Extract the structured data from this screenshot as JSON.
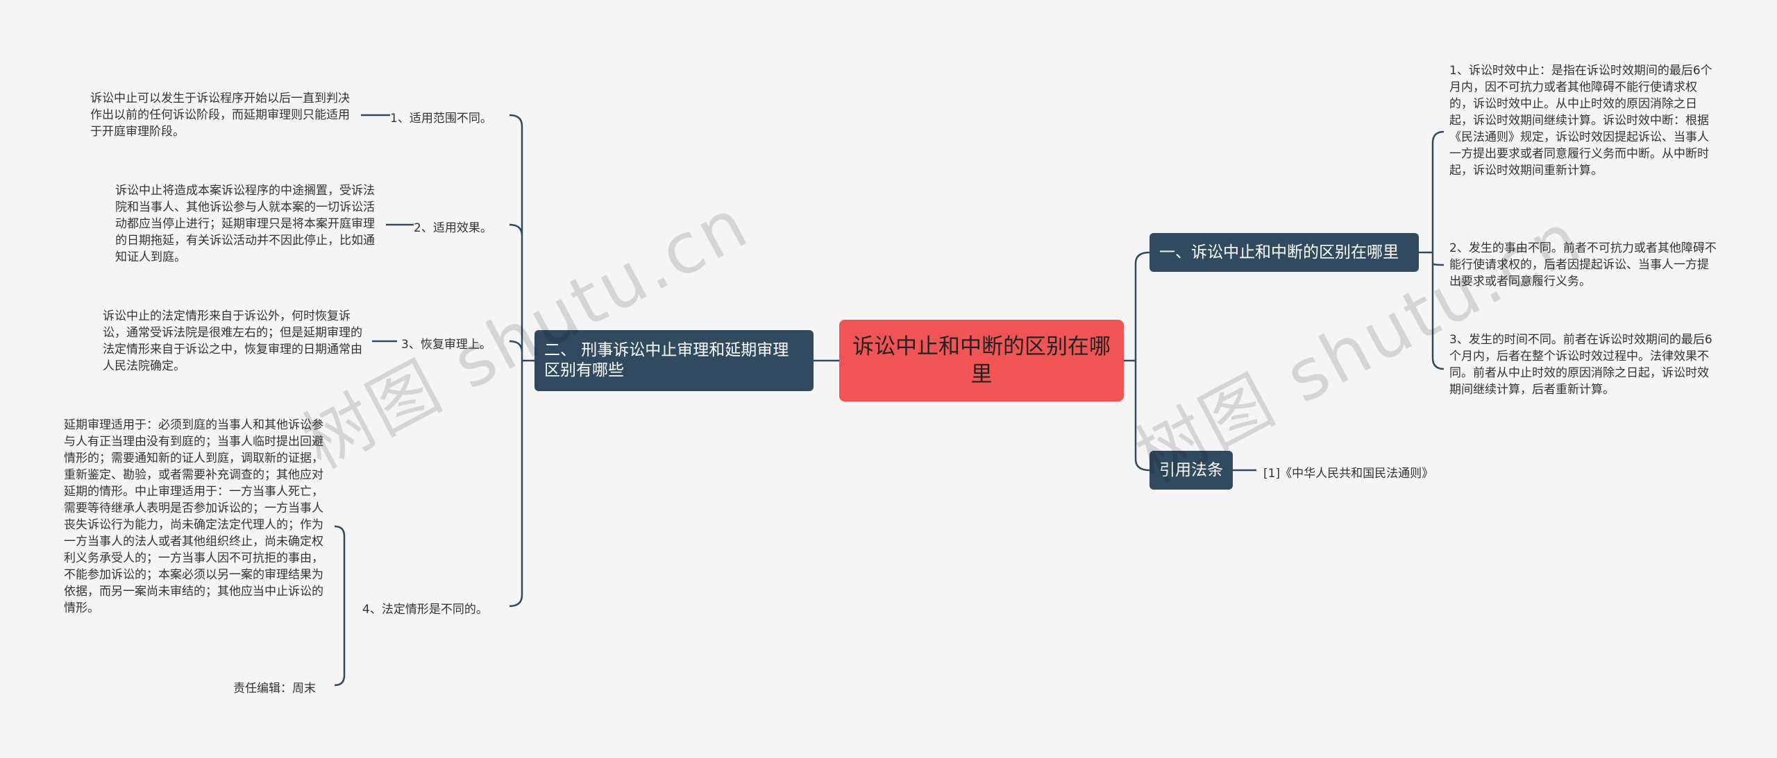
{
  "root": {
    "title": "诉讼中止和中断的区别在哪里"
  },
  "left_branch": {
    "title": "二、 刑事诉讼中止审理和延期审理区别有哪些",
    "items": [
      {
        "label": "1、适用范围不同。",
        "detail": "诉讼中止可以发生于诉讼程序开始以后一直到判决作出以前的任何诉讼阶段，而延期审理则只能适用于开庭审理阶段。"
      },
      {
        "label": "2、适用效果。",
        "detail": "诉讼中止将造成本案诉讼程序的中途搁置，受诉法院和当事人、其他诉讼参与人就本案的一切诉讼活动都应当停止进行；延期审理只是将本案开庭审理的日期拖延，有关诉讼活动并不因此停止，比如通知证人到庭。"
      },
      {
        "label": "3、恢复审理上。",
        "detail": "诉讼中止的法定情形来自于诉讼外，何时恢复诉讼，通常受诉法院是很难左右的；但是延期审理的法定情形来自于诉讼之中，恢复审理的日期通常由人民法院确定。"
      },
      {
        "label": "4、法定情形是不同的。",
        "detail": "延期审理适用于：必须到庭的当事人和其他诉讼参与人有正当理由没有到庭的；当事人临时提出回避情形的；需要通知新的证人到庭，调取新的证据，重新鉴定、勘验，或者需要补充调查的；其他应对延期的情形。中止审理适用于：一方当事人死亡，需要等待继承人表明是否参加诉讼的；一方当事人丧失诉讼行为能力，尚未确定法定代理人的；作为一方当事人的法人或者其他组织终止，尚未确定权利义务承受人的；一方当事人因不可抗拒的事由，不能参加诉讼的；本案必须以另一案的审理结果为依据，而另一案尚未审结的；其他应当中止诉讼的情形。",
        "editor": "责任编辑：周末"
      }
    ]
  },
  "right_branch_1": {
    "title": "一、诉讼中止和中断的区别在哪里",
    "items": [
      "1、诉讼时效中止：是指在诉讼时效期间的最后6个月内，因不可抗力或者其他障碍不能行使请求权的，诉讼时效中止。从中止时效的原因消除之日起，诉讼时效期间继续计算。诉讼时效中断：根据《民法通则》规定，诉讼时效因提起诉讼、当事人一方提出要求或者同意履行义务而中断。从中断时起，诉讼时效期间重新计算。",
      "2、发生的事由不同。前者不可抗力或者其他障碍不能行使请求权的，后者因提起诉讼、当事人一方提出要求或者同意履行义务。",
      "3、发生的时间不同。前者在诉讼时效期间的最后6个月内，后者在整个诉讼时效过程中。法律效果不同。前者从中止时效的原因消除之日起，诉讼时效期间继续计算，后者重新计算。"
    ]
  },
  "right_branch_2": {
    "title": "引用法条",
    "items": [
      "[1]《中华人民共和国民法通则》"
    ]
  },
  "watermark": {
    "text": "树图 shutu.cn"
  },
  "colors": {
    "root": "#f05454",
    "main": "#324a5f",
    "line": "#324a5f",
    "background": "#f5f5f5"
  }
}
